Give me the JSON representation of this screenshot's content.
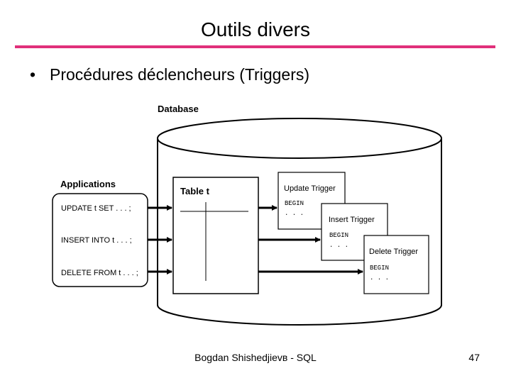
{
  "slide": {
    "title": "Outils divers",
    "bullet": "Procédures déclencheurs (Triggers)",
    "footer_author": "Bogdan Shishedjievв - SQL",
    "page_number": "47",
    "accent_color": "#e0307a"
  },
  "diagram": {
    "database_label": "Database",
    "applications_label": "Applications",
    "statements": [
      "UPDATE t SET . . . ;",
      "INSERT INTO t . . . ;",
      "DELETE FROM t . . . ;"
    ],
    "table_label": "Table t",
    "triggers": [
      {
        "name": "Update Trigger",
        "begin": "BEGIN",
        "ellipsis": ". . ."
      },
      {
        "name": "Insert Trigger",
        "begin": "BEGIN",
        "ellipsis": ". . ."
      },
      {
        "name": "Delete Trigger",
        "begin": "BEGIN",
        "ellipsis": ". . ."
      }
    ]
  }
}
